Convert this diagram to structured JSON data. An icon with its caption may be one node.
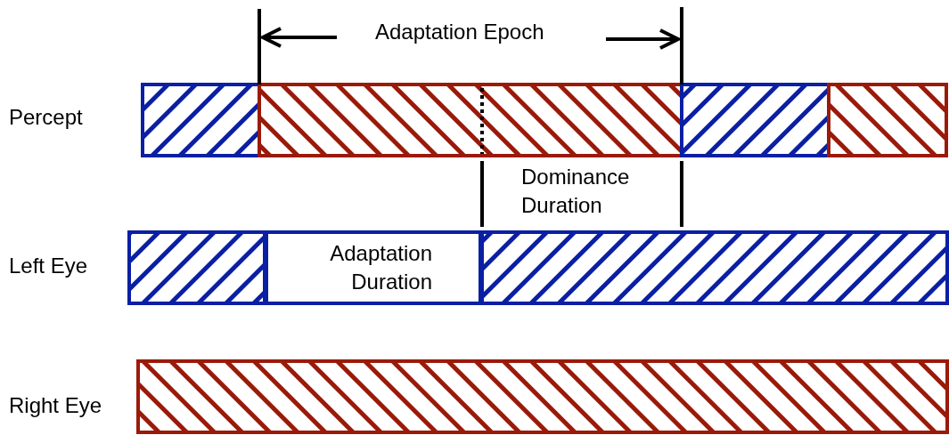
{
  "diagram": {
    "nodes": [
      {
        "text": [],
        "shape": "bar"
      },
      {
        "text": [],
        "shape": "bar"
      },
      {
        "text": [],
        "shape": "bar"
      },
      {
        "text": [],
        "shape": "bar"
      },
      {
        "text": [],
        "shape": "bar"
      },
      {
        "text": [
          "Adaptation Duration"
        ]
      },
      {
        "text": [],
        "shape": "bar"
      },
      {
        "text": [],
        "shape": "bar"
      }
    ],
    "labels": [
      "Adaptation Epoch",
      "Percept",
      "Dominance Duration",
      "Left Eye",
      "Right Eye"
    ]
  }
}
